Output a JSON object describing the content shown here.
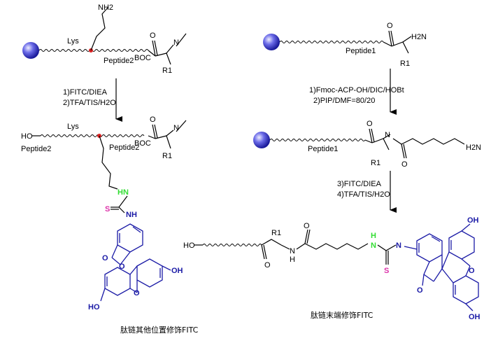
{
  "left": {
    "top_structure": {
      "amine_label": "NH2",
      "lys_label": "Lys",
      "peptide_label": "Peptide2",
      "boc_label": "BOC",
      "n_label": "N",
      "r_label": "R1"
    },
    "arrow_conditions": [
      "1)FITC/DIEA",
      "2)TFA/TIS/H2O"
    ],
    "product_structure": {
      "oh_label": "HO",
      "lys_label": "Lys",
      "peptide_label_left": "Peptide2",
      "peptide_label_right": "Peptide2",
      "boc_label": "BOC",
      "n_label": "N",
      "r_label": "R1",
      "thiourea_nh1": "HN",
      "thiourea_s": "S",
      "thiourea_nh2": "NH",
      "ring_o": "O",
      "ring_o_xanthene": "O",
      "oh1": "OH",
      "oh2": "HO"
    },
    "caption": "肽链其他位置修饰FITC"
  },
  "right": {
    "top_structure": {
      "amine_label": "H2N",
      "peptide_label": "Peptide1",
      "r_label": "R1"
    },
    "arrow1_conditions": [
      "1)Fmoc-ACP-OH/DIC/HOBt",
      "2)PIP/DMF=80/20"
    ],
    "middle_structure": {
      "peptide_label": "Peptide1",
      "r_label": "R1",
      "n_label": "N",
      "amine_label": "H2N"
    },
    "arrow2_conditions": [
      "3)FITC/DIEA",
      "4)TFA/TIS/H2O"
    ],
    "product_structure": {
      "oh_label": "HO",
      "r_label": "R1",
      "o_label": "O",
      "nh_label": "N",
      "nh2_label": "H",
      "thiourea_h": "H",
      "thiourea_n": "N",
      "thiourea_s": "S",
      "nh_blue": "N",
      "oh1": "OH",
      "oh2": "OH",
      "ring_o": "O",
      "ring_o_xanthene": "O"
    },
    "caption": "肽链末端修饰FITC"
  },
  "colors": {
    "resin": "#3a3ad0",
    "lys_dot": "#dd2222",
    "fitc": "#1a1aa6",
    "thiourea_n": "#33dd33",
    "thiourea_s": "#dd33aa"
  }
}
